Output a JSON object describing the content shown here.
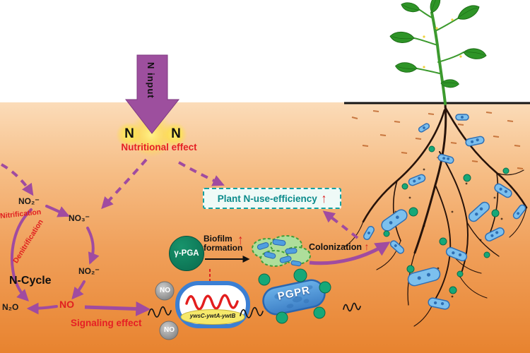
{
  "labels": {
    "n_input": "N input",
    "n_left": "N",
    "n_right": "N",
    "nutritional_effect": "Nutritional effect",
    "efficiency": "Plant N-use-efficiency",
    "efficiency_arrow": "↑",
    "nitrification": "Nitrification",
    "denitrification": "Denitrification",
    "no2_upper": "NO₂⁻",
    "no3": "NO₃⁻",
    "no2_lower": "NO₂⁻",
    "n2o": "N₂O",
    "no": "NO",
    "n_cycle_title": "N-Cycle",
    "signaling_effect": "Signaling effect",
    "gamma_pga": "γ-PGA",
    "biofilm_line1": "Biofilm",
    "biofilm_line2": "formation",
    "biofilm_arrow": "↑",
    "colonization": "Colonization",
    "colonization_arrow": "↑",
    "pgpr": "PGPR",
    "gene_label": "ywsC-ywtA-ywtB",
    "no_molecule_top": "NO",
    "no_molecule_bottom": "NO"
  },
  "colors": {
    "arrow_purple": "#a04ba0",
    "accent_red": "#e02020",
    "efficiency_teal": "#0b8b8b",
    "cell_blue": "#3b7fd4",
    "pga_green": "#0a6b4e",
    "pgpr_green_dot": "#16a878",
    "soil_orange": "#ee9a52"
  }
}
